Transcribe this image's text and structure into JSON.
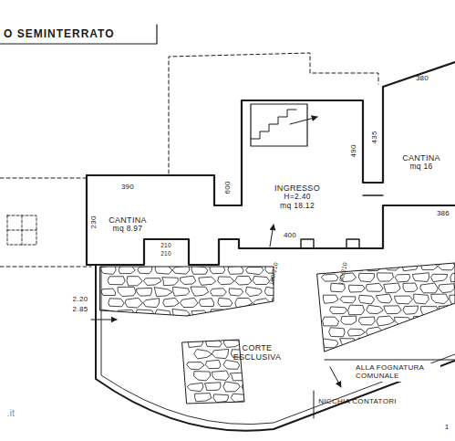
{
  "diagram": {
    "title": "O SEMINTERRATO",
    "nodes": [
      {
        "text": [
          "CANTINA",
          "mq 8.97"
        ]
      },
      {
        "text": [
          "INGRESSO",
          "H=2.40",
          "mq 18.12"
        ]
      },
      {
        "text": [
          "CANTINA",
          "mq 16"
        ]
      },
      {
        "text": [
          "CORTE ESCLUSIVA"
        ]
      }
    ],
    "labels": [
      "390",
      "230",
      "210",
      "210",
      "600",
      "490",
      "435",
      "380",
      "386",
      "400",
      "100/210",
      "100/210",
      "2.20",
      "2.85",
      "ALLA FOGNATURA COMUNALE",
      "NICCHIA CONTATORI",
      ".it",
      "1"
    ]
  }
}
